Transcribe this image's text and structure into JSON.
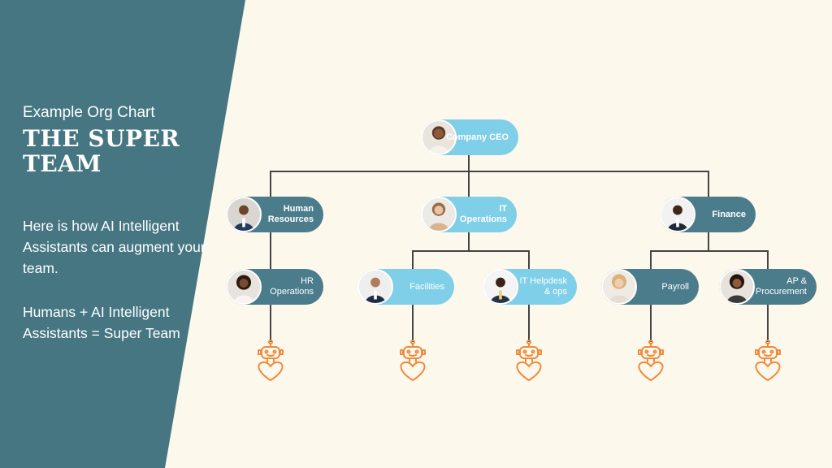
{
  "sidebar": {
    "subtitle": "Example Org Chart",
    "title": "THE SUPER TEAM",
    "description": "Here is how AI Intelligent Assistants can augment your team.",
    "formula": "Humans + AI Intelligent Assistants = Super Team"
  },
  "colors": {
    "panel": "#467682",
    "node_dark": "#4b7c8c",
    "node_light": "#7fcfe8",
    "robot": "#f08a3c",
    "background": "#fdf8ec",
    "connector": "#444444"
  },
  "org": {
    "ceo": {
      "label": "Company CEO",
      "avatar": "female-executive-avatar"
    },
    "departments": [
      {
        "label": "Human Resources",
        "avatar": "male-manager-avatar",
        "children": [
          {
            "label": "HR Operations",
            "avatar": "female-staff-avatar",
            "assistant": "robot-heart-icon"
          }
        ]
      },
      {
        "label": "IT Operations",
        "avatar": "female-manager-avatar",
        "children": [
          {
            "label": "Facilities",
            "avatar": "male-staff-avatar",
            "assistant": "robot-heart-icon"
          },
          {
            "label": "IT Helpdesk & ops",
            "avatar": "male-staff-avatar-2",
            "assistant": "robot-heart-icon"
          }
        ]
      },
      {
        "label": "Finance",
        "avatar": "male-manager-avatar-2",
        "children": [
          {
            "label": "Payroll",
            "avatar": "female-staff-avatar-2",
            "assistant": "robot-heart-icon"
          },
          {
            "label": "AP & Procurement",
            "avatar": "female-staff-avatar-3",
            "assistant": "robot-heart-icon"
          }
        ]
      }
    ]
  }
}
